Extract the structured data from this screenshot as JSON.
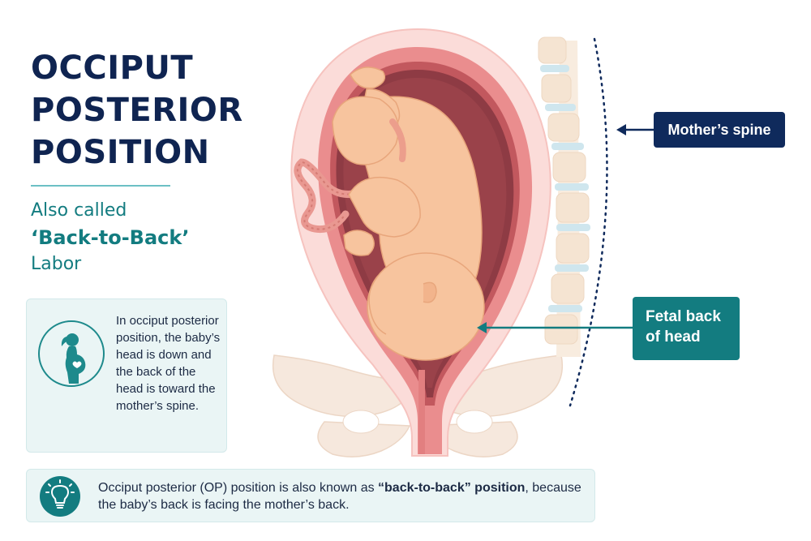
{
  "title": {
    "line1": "OCCIPUT",
    "line2": "POSTERIOR",
    "line3": "POSITION"
  },
  "subtitle": {
    "line1": "Also called",
    "line2": "‘Back-to-Back’",
    "line3": "Labor"
  },
  "info": {
    "icon": "pregnant-woman-icon",
    "text": "In occiput posterior position, the baby’s head is down and the back of the head is toward the mother’s spine."
  },
  "note": {
    "icon": "lightbulb-icon",
    "text_before": "Occiput posterior (OP) position is also known as ",
    "text_bold": "“back-to-back” position",
    "text_after": ", because the baby’s back is facing the mother’s back."
  },
  "labels": {
    "spine": "Mother’s spine",
    "head_line1": "Fetal back",
    "head_line2": "of head"
  },
  "colors": {
    "navy": "#0f2a5c",
    "teal": "#137c80",
    "uterus": "#e27f80",
    "fetus": "#f7c49e"
  }
}
